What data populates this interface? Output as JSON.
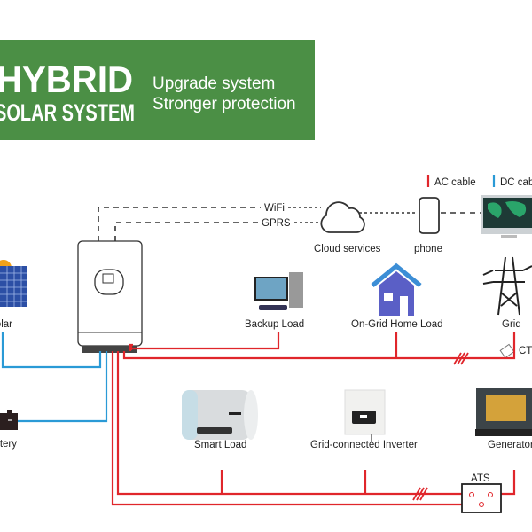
{
  "banner": {
    "title_line1": "HYBRID",
    "title_line2": "SOLAR SYSTEM",
    "subtitle_line1": "Upgrade system",
    "subtitle_line2": "Stronger protection",
    "color": "#4b8f45"
  },
  "legend": {
    "ac_label": "AC cable",
    "dc_label": "DC cable",
    "ac_color": "#e0262b",
    "dc_color": "#2a9ad6"
  },
  "comms": {
    "wifi_label": "WiFi",
    "gprs_label": "GPRS",
    "cloud_label": "Cloud services",
    "phone_label": "phone"
  },
  "components": {
    "solar": "Solar",
    "battery": "Battery",
    "backup_load": "Backup Load",
    "home_load": "On-Grid Home Load",
    "grid": "Grid",
    "ct": "CT",
    "smart_load": "Smart Load",
    "grid_inverter": "Grid-connected Inverter",
    "generator": "Generator",
    "ats": "ATS"
  }
}
